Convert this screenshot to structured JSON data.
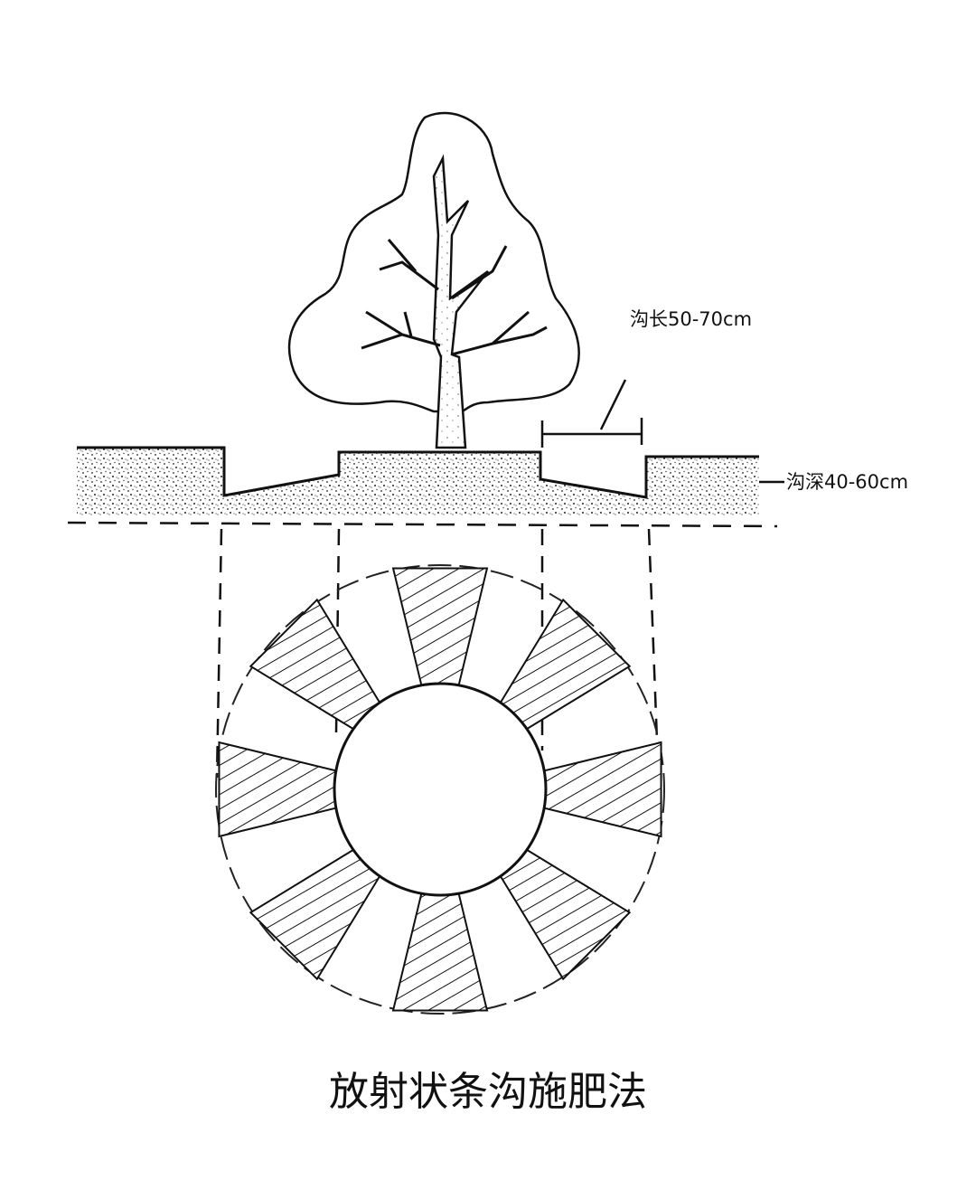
{
  "labels": {
    "trench_length": "沟长50-70cm",
    "trench_depth": "沟深40-60cm"
  },
  "caption": "放射状条沟施肥法",
  "colors": {
    "ink": "#111111",
    "background": "#ffffff"
  },
  "diagram": {
    "trench_count": 8
  }
}
